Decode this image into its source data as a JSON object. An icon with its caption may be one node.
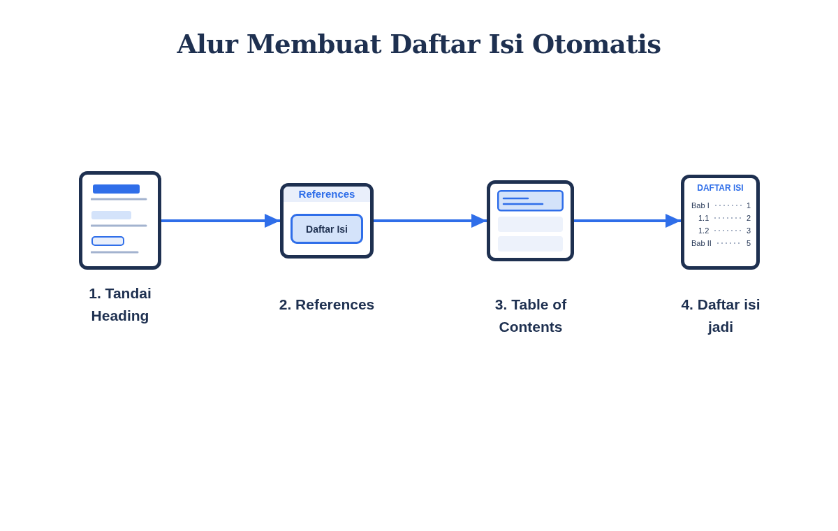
{
  "diagram": {
    "title": "Alur Membuat Daftar Isi Otomatis",
    "nodes": [
      {
        "text": [],
        "shape": "picture",
        "beside": [
          "1. Tandai Heading"
        ]
      },
      {
        "text": [
          "References"
        ],
        "beside": [
          "2. References"
        ]
      },
      {
        "text": [
          "Daftar Isi"
        ],
        "in": 1
      },
      {
        "text": [],
        "shape": "picture",
        "beside": [
          "3. Table of Contents"
        ]
      },
      {
        "text": [
          "DAFTAR ISI",
          "Bab I",
          "1",
          "1.1",
          "2",
          "1.2",
          "3",
          "Bab II",
          "5"
        ],
        "beside": [
          "4. Daftar isi jadi"
        ]
      }
    ],
    "edges": [
      {
        "from": 0,
        "to": 1,
        "arrow": "to"
      },
      {
        "from": 1,
        "to": 3,
        "arrow": "to"
      },
      {
        "from": 3,
        "to": 4,
        "arrow": "to"
      }
    ]
  }
}
